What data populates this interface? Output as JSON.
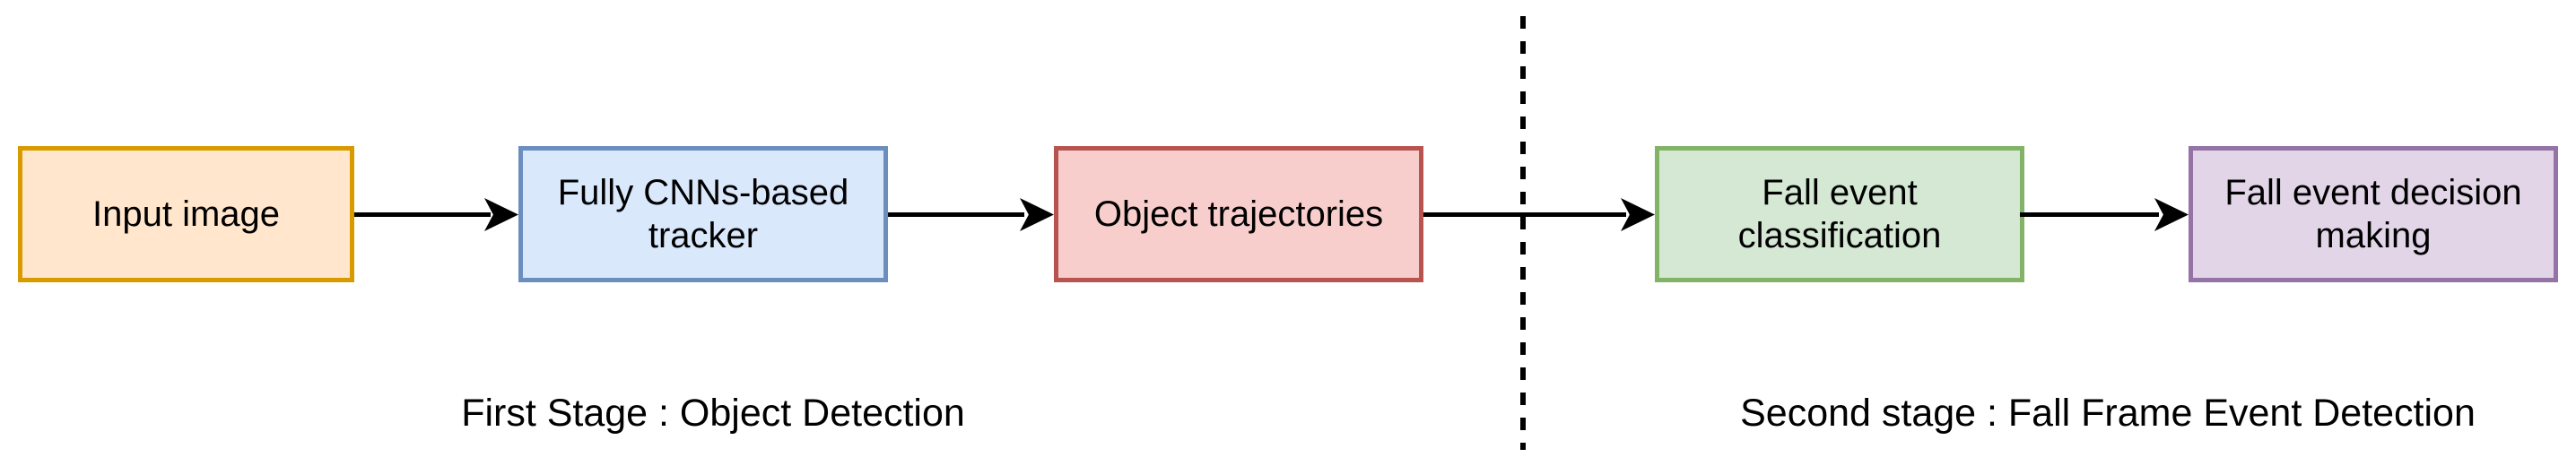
{
  "diagram": {
    "background": "#FFFFFF",
    "text_color": "#000000",
    "arrow_color": "#000000",
    "divider": {
      "style": "dashed",
      "orientation": "vertical",
      "color": "#000000"
    },
    "nodes": [
      {
        "id": "input-image",
        "label": "Input image",
        "fill": "#FFE6CC",
        "stroke": "#D79B00"
      },
      {
        "id": "cnn-tracker",
        "label": "Fully CNNs-based tracker",
        "fill": "#DAE8FC",
        "stroke": "#6C8EBF"
      },
      {
        "id": "object-trajectories",
        "label": "Object trajectories",
        "fill": "#F8CECC",
        "stroke": "#B85450"
      },
      {
        "id": "fall-event-classification",
        "label": "Fall event classification",
        "fill": "#D5E8D4",
        "stroke": "#82B366"
      },
      {
        "id": "fall-event-decision",
        "label": "Fall event decision making",
        "fill": "#E1D5E7",
        "stroke": "#9673A6"
      }
    ],
    "edges": [
      {
        "from": "input-image",
        "to": "cnn-tracker"
      },
      {
        "from": "cnn-tracker",
        "to": "object-trajectories"
      },
      {
        "from": "object-trajectories",
        "to": "fall-event-classification"
      },
      {
        "from": "fall-event-classification",
        "to": "fall-event-decision"
      }
    ],
    "captions": [
      {
        "id": "first-stage",
        "text": "First Stage : Object Detection"
      },
      {
        "id": "second-stage",
        "text": "Second stage : Fall Frame Event Detection"
      }
    ]
  }
}
